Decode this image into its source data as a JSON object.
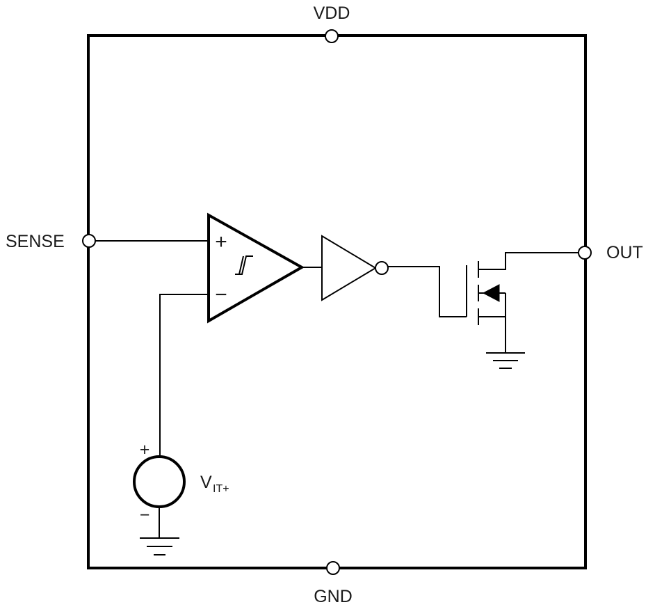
{
  "pins": {
    "vdd": "VDD",
    "gnd": "GND",
    "sense": "SENSE",
    "out": "OUT"
  },
  "comparator": {
    "plus": "+",
    "minus": "−"
  },
  "source": {
    "plus": "+",
    "minus": "−",
    "label_main": "V",
    "label_sub": "IT+"
  }
}
